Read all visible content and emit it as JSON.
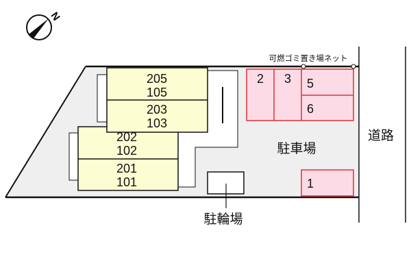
{
  "compass": {
    "label": "N",
    "icon": "north-arrow-icon"
  },
  "buildings": [
    {
      "units": [
        "205",
        "105"
      ]
    },
    {
      "units": [
        "203",
        "103"
      ]
    },
    {
      "units": [
        "202",
        "102"
      ]
    },
    {
      "units": [
        "201",
        "101"
      ]
    }
  ],
  "parking": {
    "label": "駐車場",
    "spaces": [
      "2",
      "3",
      "5",
      "6",
      "1"
    ]
  },
  "bicycle_parking": {
    "label": "駐輪場"
  },
  "garbage": {
    "label": "可燃ゴミ置き場ネット"
  },
  "road": {
    "label": "道路"
  },
  "colors": {
    "lot": "#efefef",
    "building": "#fdfdd2",
    "parking_fill": "#fcdbe6",
    "parking_border": "#e0303a"
  }
}
